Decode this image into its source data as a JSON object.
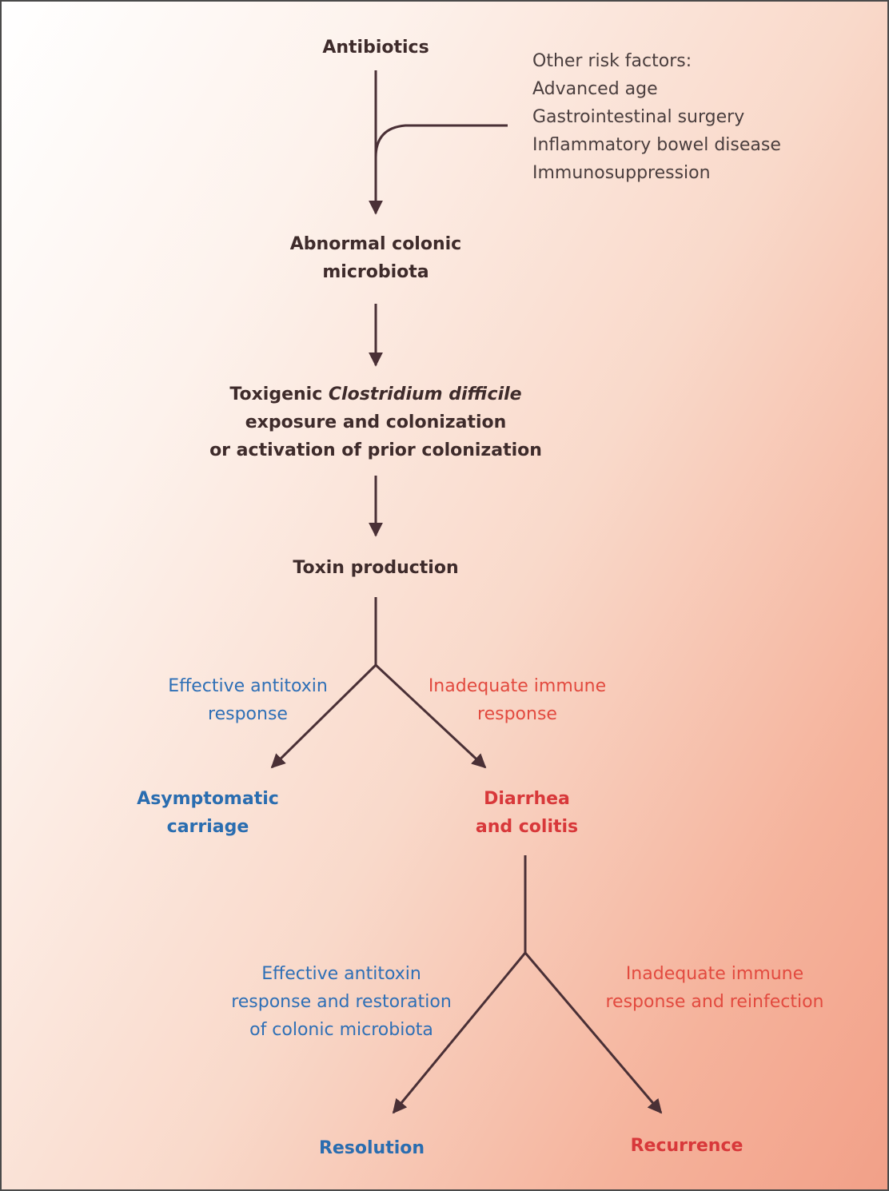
{
  "nodes": {
    "antibiotics": "Antibiotics",
    "abnormal": [
      "Abnormal colonic",
      "microbiota"
    ],
    "toxigenic": {
      "prefix": "Toxigenic ",
      "organism": "Clostridium difficile",
      "line2": "exposure and colonization",
      "line3": "or activation of prior colonization"
    },
    "toxin": "Toxin production",
    "asymptomatic": [
      "Asymptomatic",
      "carriage"
    ],
    "diarrhea": [
      "Diarrhea",
      "and colitis"
    ],
    "resolution": "Resolution",
    "recurrence": "Recurrence"
  },
  "risk_factors": {
    "heading": "Other risk factors:",
    "items": [
      "Advanced age",
      "Gastrointestinal surgery",
      "Inflammatory bowel disease",
      "Immunosuppression"
    ]
  },
  "edges": {
    "effective_1": [
      "Effective antitoxin",
      "response"
    ],
    "inadequate_1": [
      "Inadequate immune",
      "response"
    ],
    "effective_2": [
      "Effective antitoxin",
      "response and restoration",
      "of colonic microbiota"
    ],
    "inadequate_2": [
      "Inadequate immune",
      "response and reinfection"
    ]
  },
  "colors": {
    "line": "#4a3036",
    "blue": "#2a6db0",
    "red": "#d8383a"
  }
}
